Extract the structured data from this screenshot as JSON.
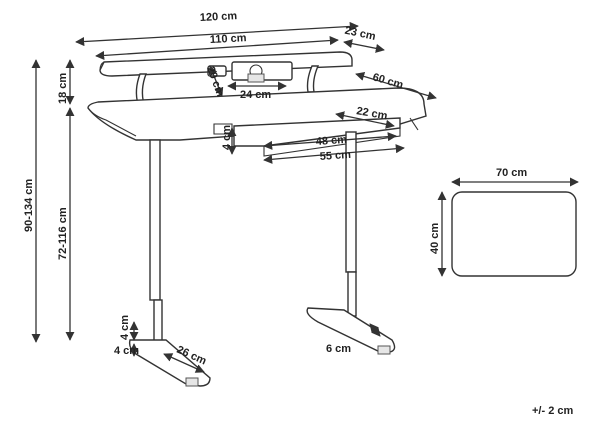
{
  "labels": {
    "width_total": "120 cm",
    "shelf_width": "110 cm",
    "shelf_depth": "23 cm",
    "shelf_height": "18 cm",
    "monitor_gap": "24 cm",
    "monitor_depth": "20 cm",
    "desk_depth": "60 cm",
    "drawer_depth": "22 cm",
    "drawer_height": "4 cm",
    "drawer_inner": "48 cm",
    "drawer_outer": "55 cm",
    "total_height": "90-134 cm",
    "desk_height": "72-116 cm",
    "foot_height": "4 cm",
    "foot_depth": "26 cm",
    "leg_width": "6 cm",
    "mat_width": "70 cm",
    "mat_depth": "40 cm",
    "tolerance": "+/- 2 cm"
  }
}
